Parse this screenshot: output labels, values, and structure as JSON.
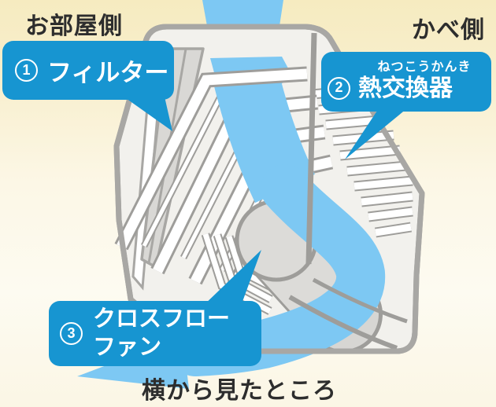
{
  "scene": {
    "left_side_label": "お部屋側",
    "right_side_label": "かべ側",
    "caption": "横から見たところ"
  },
  "callouts": {
    "filter": {
      "number": "1",
      "label": "フィルター"
    },
    "heat_exchanger": {
      "number": "2",
      "furigana": "ねつこうかんき",
      "label": "熱交換器"
    },
    "fan": {
      "number": "3",
      "label_line1": "クロスフロー",
      "label_line2": "ファン"
    }
  },
  "colors": {
    "callout_blue": "#1795d1",
    "airflow_blue": "#7dc8f3",
    "casing_gray": "#a8a7a4",
    "text_dark": "#2d2d2d"
  }
}
